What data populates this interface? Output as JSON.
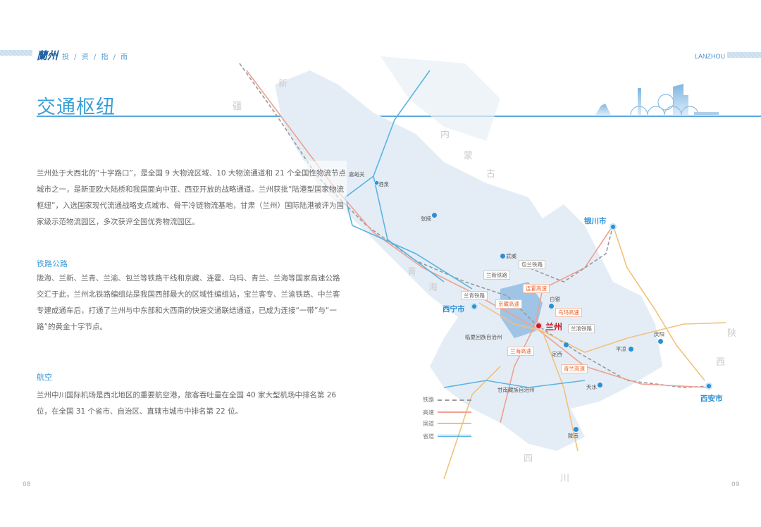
{
  "header": {
    "brand": "蘭州",
    "subtitle": "投 / 资 / 指 / 南",
    "right_label": "LANZHOU"
  },
  "page_title": "交通枢纽",
  "intro": "兰州处于大西北的“十字路口”，是全国 9 大物流区域、10 大物流通道和 21 个全国性物流节点城市之一，是新亚欧大陆桥和我国面向中亚、西亚开放的战略通道。兰州获批“陆港型国家物流枢纽”，入选国家现代流通战略支点城市、骨干冷链物流基地，甘肃（兰州）国际陆港被评为国家级示范物流园区，多次获评全国优秀物流园区。",
  "sections": [
    {
      "heading": "铁路公路",
      "body": "陇海、兰新、兰青、兰渝、包兰等铁路干线和京藏、连霍、乌玛、青兰、兰海等国家高速公路交汇于此，兰州北铁路编组站是我国西部最大的区域性编组站，宝兰客专、兰渝铁路、中兰客专建成通车后，打通了兰州与中东部和大西南的快速交通联结通道，已成为连接“一带”与“一路”的黄金十字节点。"
    },
    {
      "heading": "航空",
      "body": "兰州中川国际机场是西北地区的重要航空港，旅客吞吐量在全国 40 家大型机场中排名第 26 位，在全国 31 个省市、自治区、直辖市城市中排名第 22 位。"
    }
  ],
  "map": {
    "regions": [
      "新",
      "疆",
      "内",
      "蒙",
      "古",
      "青",
      "海",
      "陕",
      "西",
      "四",
      "川"
    ],
    "capital": "兰州",
    "major_cities": [
      "西宁市",
      "银川市",
      "西安市"
    ],
    "cities": [
      "嘉峪关",
      "酒泉",
      "张掖",
      "武威",
      "白银",
      "定西",
      "平凉",
      "庆阳",
      "天水",
      "陇南",
      "临夏回族自治州",
      "甘南藏族自治州"
    ],
    "railway_labels": [
      "兰新铁路",
      "包兰铁路",
      "兰青铁路",
      "兰渝铁路"
    ],
    "highway_labels": [
      "连霍高速",
      "京藏高速",
      "乌玛高速",
      "兰海高速",
      "青兰高速"
    ],
    "legend": [
      {
        "label": "铁路",
        "color": "#8a8a8a"
      },
      {
        "label": "高速",
        "color": "#f0a090"
      },
      {
        "label": "国道",
        "color": "#f2c17a"
      },
      {
        "label": "省道",
        "color": "#5ab4e0"
      }
    ]
  },
  "colors": {
    "accent": "#3aa0d8",
    "capital": "#c0202a",
    "highway_label": "#e8602a"
  },
  "page_numbers": {
    "left": "08",
    "right": "09"
  }
}
